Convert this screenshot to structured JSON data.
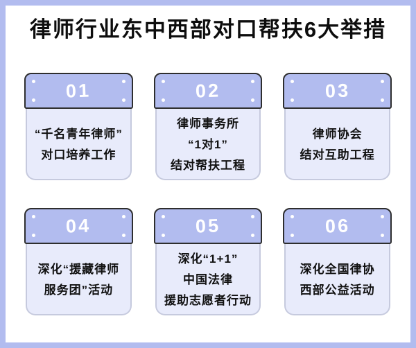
{
  "title": "律师行业东中西部对口帮扶6大举措",
  "colors": {
    "frame_border": "#b2bcef",
    "header_bg": "#b2bcef",
    "header_border": "#2e2e2e",
    "body_bg": "#e8ebfb",
    "body_border": "#c6cade",
    "number_color": "#ffffff",
    "title_color": "#0d0d0d",
    "text_color": "#111111"
  },
  "cards": [
    {
      "number": "01",
      "text": "“千名青年律师”\n对口培养工作"
    },
    {
      "number": "02",
      "text": "律师事务所\n“1对1”\n结对帮扶工程"
    },
    {
      "number": "03",
      "text": "律师协会\n结对互助工程"
    },
    {
      "number": "04",
      "text": "深化“援藏律师\n服务团”活动"
    },
    {
      "number": "05",
      "text": "深化“1+1”\n中国法律\n援助志愿者行动"
    },
    {
      "number": "06",
      "text": "深化全国律协\n西部公益活动"
    }
  ]
}
